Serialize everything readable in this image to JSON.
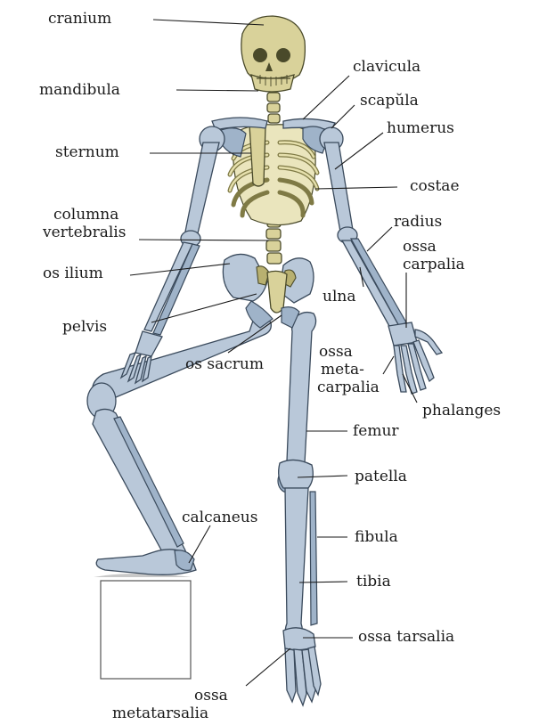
{
  "labels": {
    "cranium": "cranium",
    "mandibula": "mandibula",
    "sternum": "sternum",
    "columna": "columna",
    "vertebralis": "vertebralis",
    "os_ilium": "os ilium",
    "pelvis": "pelvis",
    "os_sacrum": "os sacrum",
    "calcaneus": "calcaneus",
    "ossa_1": "ossa",
    "metatarsalia": "metatarsalia",
    "clavicula": "clavicula",
    "scapula": "scapŭla",
    "humerus": "humerus",
    "costae": "costae",
    "radius": "radius",
    "ossa_2": "ossa",
    "carpalia": "carpalia",
    "ulna": "ulna",
    "ossa_3": "ossa",
    "meta": "meta-",
    "carpalia_2": "carpalia",
    "phalanges": "phalanges",
    "femur": "femur",
    "patella": "patella",
    "fibula": "fibula",
    "tibia": "tibia",
    "ossa_tarsalia": "ossa tarsalia"
  },
  "colors": {
    "appendicular": "#b9c8d9",
    "axial": "#d9d29a"
  }
}
